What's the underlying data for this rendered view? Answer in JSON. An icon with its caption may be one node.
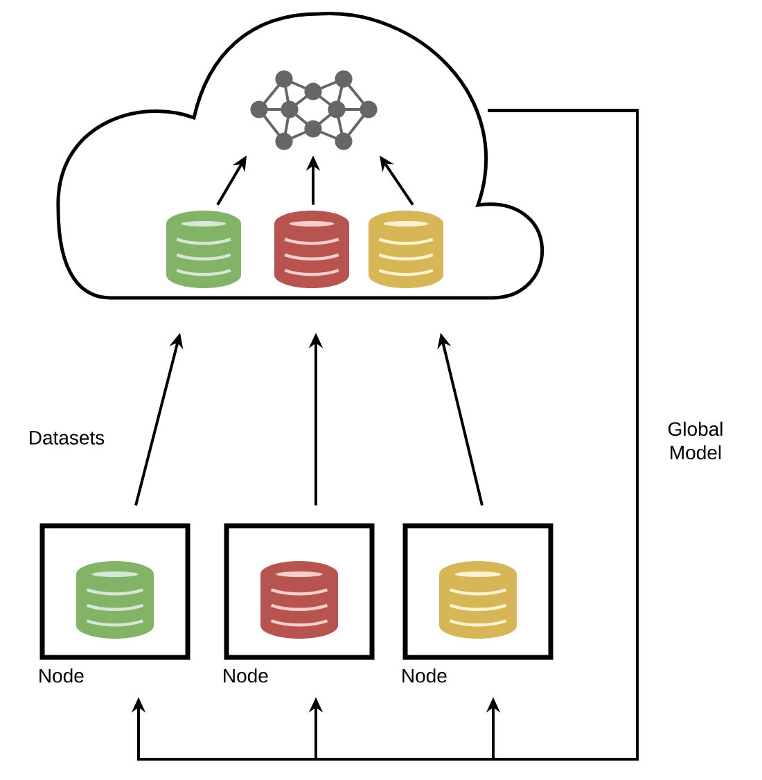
{
  "diagram": {
    "nodes": [
      {
        "text": [],
        "shape": "cloud"
      },
      {
        "text": [],
        "shape": "picture",
        "in": 0
      },
      {
        "text": [],
        "shape": "cylinder",
        "in": 0
      },
      {
        "text": [],
        "shape": "cylinder",
        "in": 0
      },
      {
        "text": [],
        "shape": "cylinder",
        "in": 0
      },
      {
        "text": [
          "Node"
        ]
      },
      {
        "text": [
          "Node"
        ]
      },
      {
        "text": [
          "Node"
        ]
      },
      {
        "text": [],
        "shape": "cylinder",
        "in": 5
      },
      {
        "text": [],
        "shape": "cylinder",
        "in": 6
      },
      {
        "text": [],
        "shape": "cylinder",
        "in": 7
      }
    ],
    "edges": [
      {
        "from": 5,
        "to": 0,
        "arrow": "to",
        "label": "Datasets"
      },
      {
        "from": 6,
        "to": 0,
        "arrow": "to"
      },
      {
        "from": 7,
        "to": 0,
        "arrow": "to"
      },
      {
        "from": 2,
        "to": 1,
        "arrow": "to"
      },
      {
        "from": 3,
        "to": 1,
        "arrow": "to"
      },
      {
        "from": 4,
        "to": 1,
        "arrow": "to"
      },
      {
        "from": 0,
        "to": 5,
        "arrow": "to",
        "label": "Global Model"
      },
      {
        "from": 0,
        "to": 6,
        "arrow": "to"
      },
      {
        "from": 0,
        "to": 7,
        "arrow": "to"
      }
    ]
  }
}
